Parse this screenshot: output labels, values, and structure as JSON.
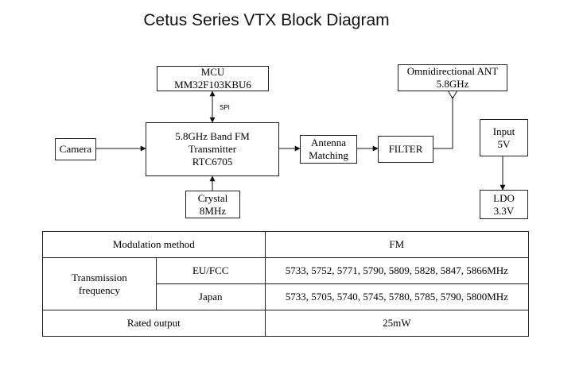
{
  "title": "Cetus Series VTX Block Diagram",
  "blocks": {
    "mcu": {
      "line1": "MCU",
      "line2": "MM32F103KBU6"
    },
    "transmitter": {
      "line1": "5.8GHz Band FM",
      "line2": "Transmitter",
      "line3": "RTC6705"
    },
    "camera": {
      "line1": "Camera"
    },
    "crystal": {
      "line1": "Crystal",
      "line2": "8MHz"
    },
    "antenna_matching": {
      "line1": "Antenna",
      "line2": "Matching"
    },
    "filter": {
      "line1": "FILTER"
    },
    "antenna": {
      "line1": "Omnidirectional ANT",
      "line2": "5.8GHz"
    },
    "input": {
      "line1": "Input",
      "line2": "5V"
    },
    "ldo": {
      "line1": "LDO",
      "line2": "3.3V"
    }
  },
  "connections": {
    "spi_label": "SPI"
  },
  "spec_table": {
    "modulation_label": "Modulation method",
    "modulation_value": "FM",
    "freq_label_line1": "Transmission",
    "freq_label_line2": "frequency",
    "eu_label": "EU/FCC",
    "eu_values": "5733, 5752, 5771, 5790, 5809, 5828, 5847, 5866MHz",
    "japan_label": "Japan",
    "japan_values": "5733, 5705, 5740, 5745, 5780, 5785, 5790, 5800MHz",
    "output_label": "Rated output",
    "output_value": "25mW"
  }
}
